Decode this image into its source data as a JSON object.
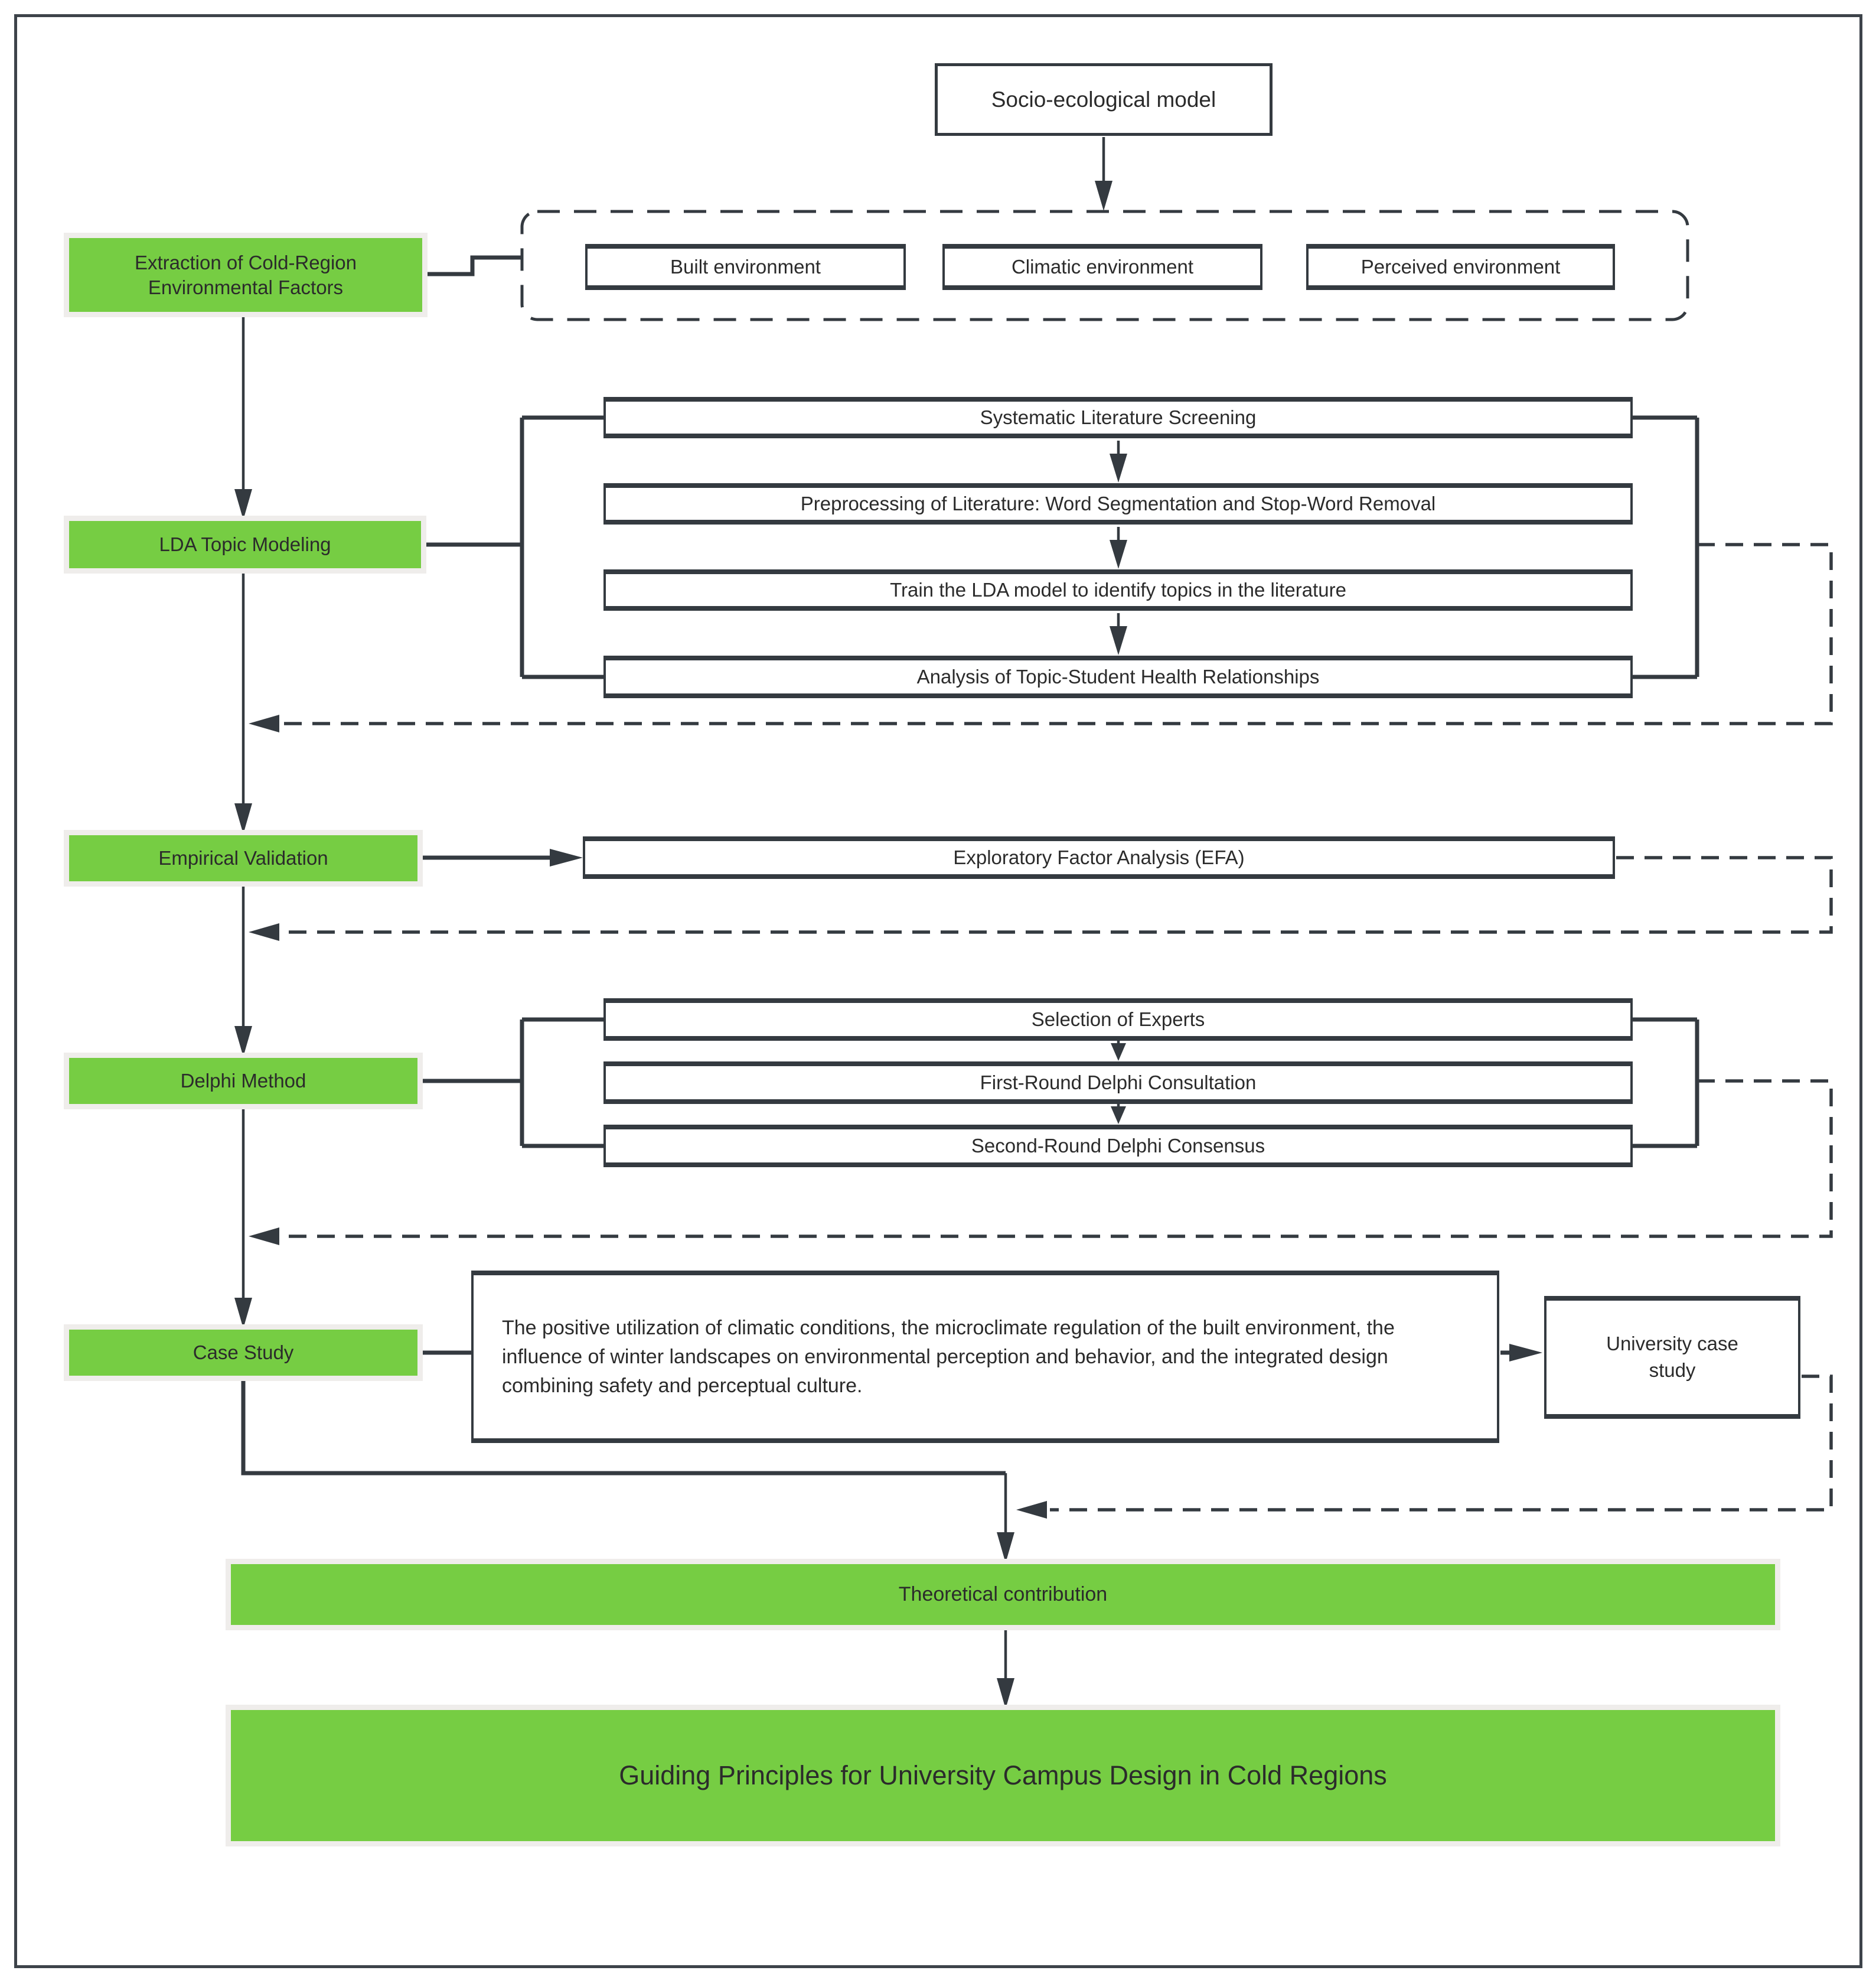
{
  "colors": {
    "green": "#76cd43",
    "line": "#343a40",
    "glow": "#efedeb",
    "text": "#2b2b2b"
  },
  "top": {
    "socio_label": "Socio-ecological model"
  },
  "environment_group": {
    "built": "Built environment",
    "climatic": "Climatic environment",
    "perceived": "Perceived environment"
  },
  "extraction": {
    "line1": "Extraction of Cold-Region",
    "line2": "Environmental Factors"
  },
  "lda": {
    "label": "LDA Topic Modeling",
    "steps": [
      "Systematic Literature Screening",
      "Preprocessing of Literature: Word Segmentation and Stop-Word Removal",
      "Train the LDA model to identify topics in the literature",
      "Analysis of Topic-Student Health Relationships"
    ]
  },
  "empirical": {
    "label": "Empirical Validation",
    "efa": "Exploratory Factor Analysis (EFA)"
  },
  "delphi": {
    "label": "Delphi Method",
    "steps": [
      "Selection of Experts",
      "First-Round Delphi Consultation",
      "Second-Round Delphi Consensus"
    ]
  },
  "case_study": {
    "label": "Case Study",
    "description": "The positive utilization of climatic conditions, the microclimate regulation of the built environment, the influence of winter landscapes on environmental perception and behavior, and the integrated design combining safety and perceptual culture.",
    "university_line1": "University case",
    "university_line2": "study"
  },
  "outcomes": {
    "theoretical": "Theoretical contribution",
    "guiding": "Guiding Principles for University Campus Design in Cold Regions"
  }
}
